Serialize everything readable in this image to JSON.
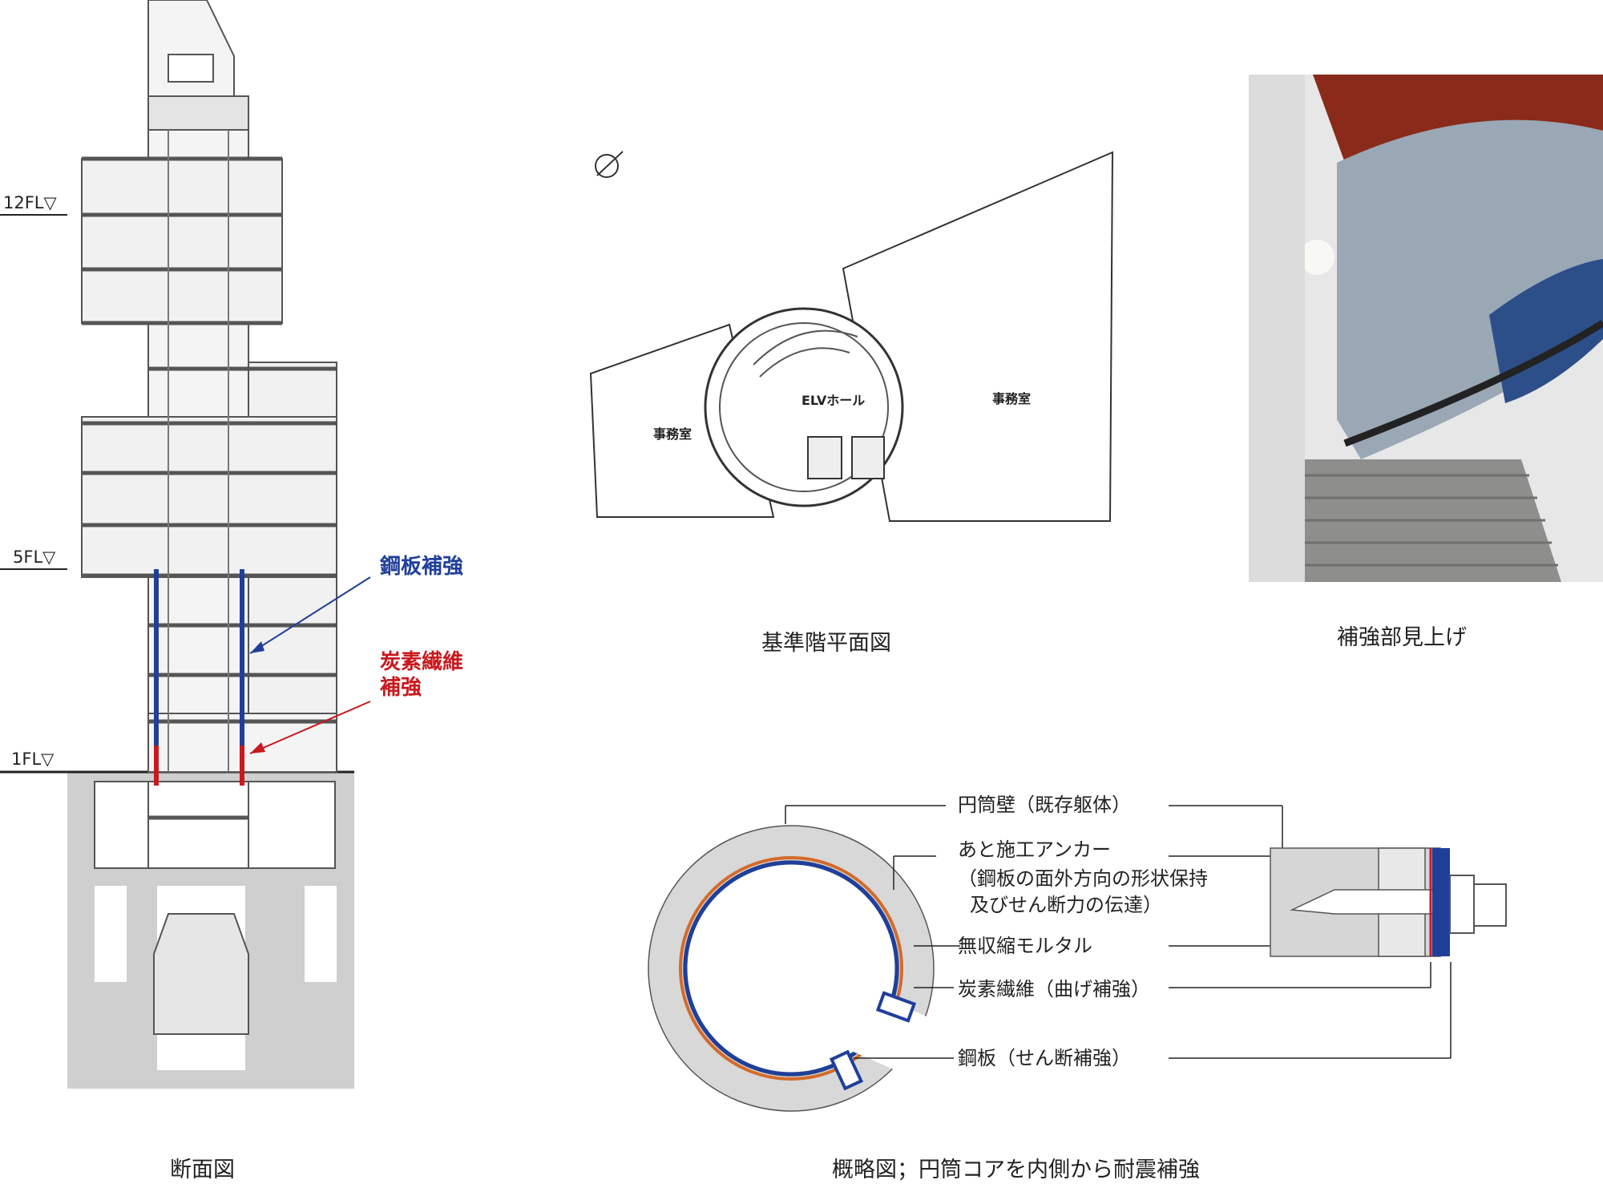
{
  "section": {
    "floors": {
      "fl12": "12FL▽",
      "fl5": "5FL▽",
      "fl1": "1FL▽"
    },
    "steel_label": "鋼板補強",
    "carbon_label_line1": "炭素繊維",
    "carbon_label_line2": "補強",
    "caption": "断面図"
  },
  "plan": {
    "room_left": "事務室",
    "room_right": "事務室",
    "elv_hall": "ELVホール",
    "caption": "基準階平面図"
  },
  "photo": {
    "caption": "補強部見上げ"
  },
  "detail": {
    "items": [
      "円筒壁（既存躯体）",
      "あと施工アンカー",
      "（鋼板の面外方向の形状保持",
      "及びせん断力の伝達）",
      "無収縮モルタル",
      "炭素繊維（曲げ補強）",
      "鋼板（せん断補強）"
    ],
    "caption": "概略図；円筒コアを内側から耐震補強"
  },
  "colors": {
    "steel_blue": "#1f3f9a",
    "carbon_red": "#c8191e",
    "concrete_gray": "#d8d8d8",
    "mortar_orange": "#d46a2a"
  }
}
